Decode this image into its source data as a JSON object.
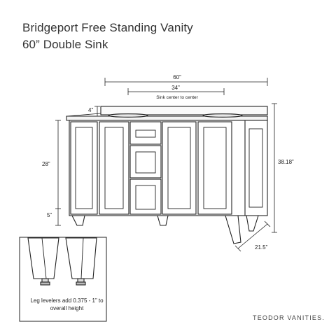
{
  "title": {
    "line1": "Bridgeport Free Standing Vanity",
    "line2": "60” Double Sink"
  },
  "dimensions": {
    "overall_width": "60”",
    "sink_center_to_center": "34”",
    "sink_center_caption": "Sink center to center",
    "backsplash_height": "4”",
    "cabinet_height": "28”",
    "leg_height": "5”",
    "total_height": "38.18”",
    "depth": "21.5”"
  },
  "leg_detail": {
    "note": "Leg levelers add 0.375 - 1” to overall height"
  },
  "brand": "TEODOR VANITIES."
}
